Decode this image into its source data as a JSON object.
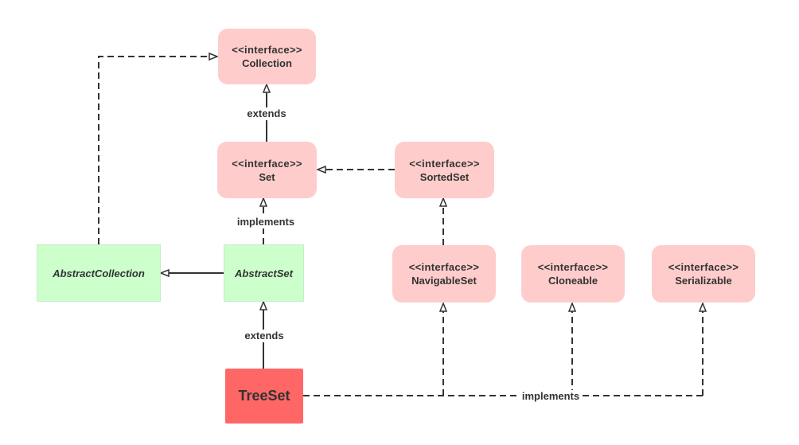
{
  "colors": {
    "interface_fill": "#ffcccc",
    "abstract_fill": "#ccffcc",
    "abstract_stroke": "#c7ecc7",
    "concrete_fill": "#ff6666",
    "edge": "#333333"
  },
  "nodes": {
    "collection": {
      "stereotype": "<<interface>>",
      "name": "Collection"
    },
    "set": {
      "stereotype": "<<interface>>",
      "name": "Set"
    },
    "sortedset": {
      "stereotype": "<<interface>>",
      "name": "SortedSet"
    },
    "navigableset": {
      "stereotype": "<<interface>>",
      "name": "NavigableSet"
    },
    "cloneable": {
      "stereotype": "<<interface>>",
      "name": "Cloneable"
    },
    "serializable": {
      "stereotype": "<<interface>>",
      "name": "Serializable"
    },
    "abstractcollection": {
      "name": "AbstractCollection"
    },
    "abstractset": {
      "name": "AbstractSet"
    },
    "treeset": {
      "name": "TreeSet"
    }
  },
  "edge_labels": {
    "set_extends_collection": "extends",
    "abstractset_implements_set": "implements",
    "treeset_extends_abstractset": "extends",
    "treeset_implements": "implements"
  }
}
